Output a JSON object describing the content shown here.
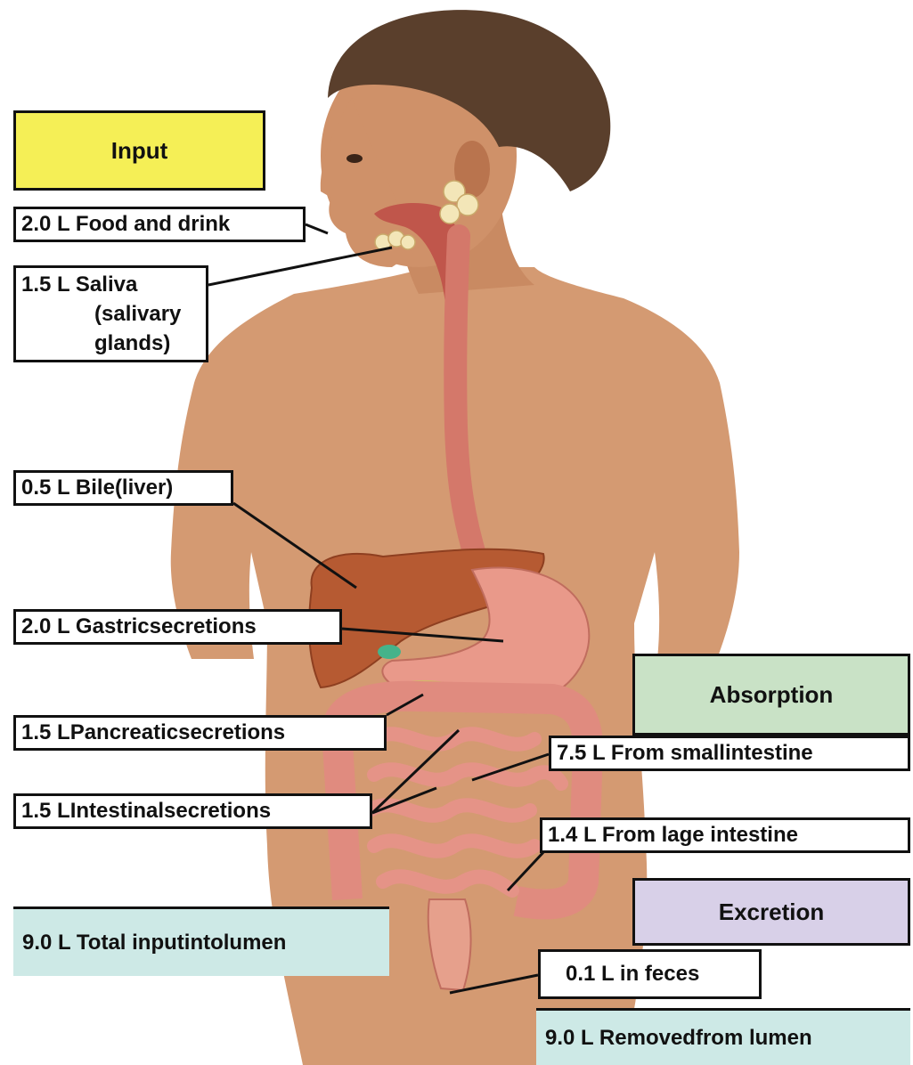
{
  "colors": {
    "input_header": "#f5ef56",
    "absorption_header": "#c9e2c6",
    "excretion_header": "#d8d0e8",
    "total_band": "#cde9e6",
    "skin": "#d49a72",
    "skin_shadow": "#b9744e",
    "hair": "#5a3f2c",
    "liver": "#b65a32",
    "stomach": "#e9998a",
    "intestine": "#e59387",
    "esophagus": "#d4786a"
  },
  "headers": {
    "input": "Input",
    "absorption": "Absorption",
    "excretion": "Excretion"
  },
  "input_labels": {
    "food": "2.0 L Food and drink",
    "saliva_line1": "1.5 L Saliva",
    "saliva_line2": "(salivary",
    "saliva_line3": "glands)",
    "bile": "0.5 L Bile(liver)",
    "gastric": "2.0 L Gastricsecretions",
    "pancreatic": "1.5 LPancreaticsecretions",
    "intestinal": "1.5 LIntestinalsecretions",
    "total_input": "9.0 L Total inputintolumen"
  },
  "absorption_labels": {
    "small_intestine": "7.5 L From smallintestine",
    "large_intestine": "1.4 L From  lage intestine"
  },
  "excretion_labels": {
    "feces": "0.1 L in feces",
    "removed": "9.0 L Removedfrom lumen"
  }
}
